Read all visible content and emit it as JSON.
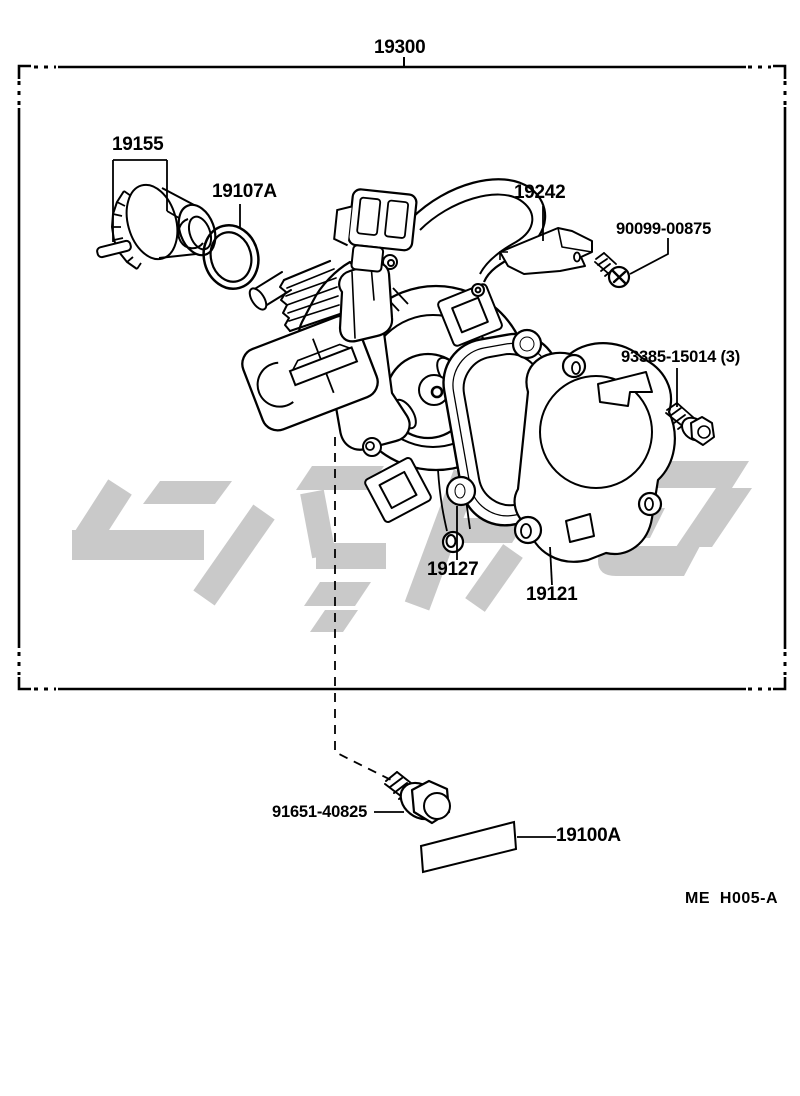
{
  "diagram": {
    "labels": {
      "assembly": "19300",
      "drive_gear": "19155",
      "o_ring": "19107A",
      "bracket": "19242",
      "bracket_screw": "90099-00875",
      "cover_screw": "93385-15014 (3)",
      "gasket": "19127",
      "cover": "19121",
      "set_bolt": "91651-40825",
      "distributor": "19100A"
    },
    "page_code": "ME  H005-A",
    "colors": {
      "line": "#000000",
      "watermark": "#c9c9c9",
      "background": "#ffffff"
    }
  }
}
